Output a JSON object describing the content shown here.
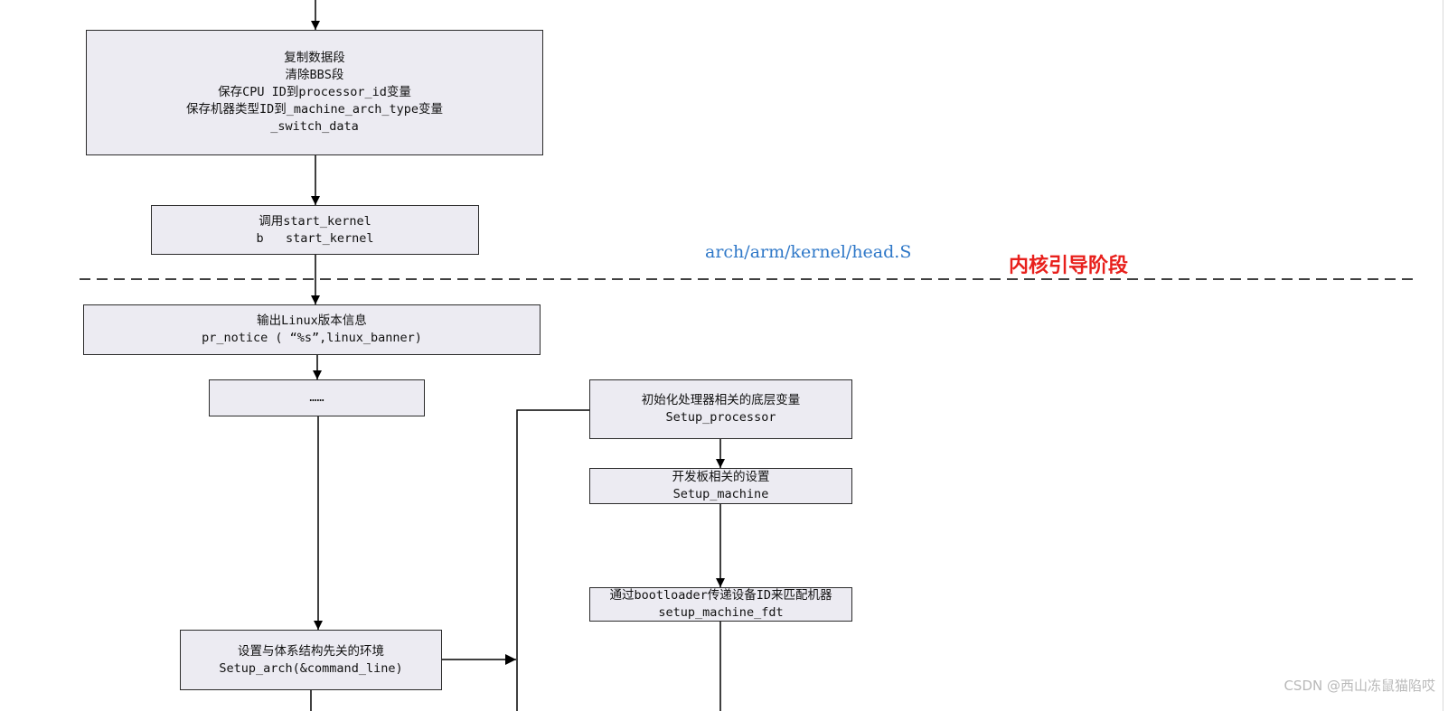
{
  "diagram": {
    "nodes": {
      "copy_data": {
        "lines": [
          "复制数据段",
          "清除BBS段",
          "保存CPU ID到processor_id变量",
          "保存机器类型ID到_machine_arch_type变量",
          "_switch_data"
        ]
      },
      "start_kernel": {
        "lines": [
          "调用start_kernel",
          "b   start_kernel"
        ]
      },
      "print_banner": {
        "lines": [
          "输出Linux版本信息",
          "pr_notice ( “%s”,linux_banner)"
        ]
      },
      "ellipsis": {
        "lines": [
          "……"
        ]
      },
      "setup_processor": {
        "lines": [
          "初始化处理器相关的底层变量",
          "Setup_processor"
        ]
      },
      "setup_machine": {
        "lines": [
          "开发板相关的设置",
          "Setup_machine"
        ]
      },
      "setup_machine_fdt": {
        "lines": [
          "通过bootloader传递设备ID来匹配机器",
          "setup_machine_fdt"
        ]
      },
      "setup_arch": {
        "lines": [
          "设置与体系结构先关的环境",
          "Setup_arch(&command_line)"
        ]
      }
    },
    "file_label": "arch/arm/kernel/head.S",
    "stage_label": "内核引导阶段"
  },
  "watermark": "CSDN @西山冻鼠猫陷哎",
  "colors": {
    "box_fill": "#ecebf2",
    "box_border": "#2b2b2b",
    "line": "#000000",
    "file_label": "#2f78c8",
    "stage_label": "#e8201c",
    "watermark": "#b9b9b9"
  }
}
